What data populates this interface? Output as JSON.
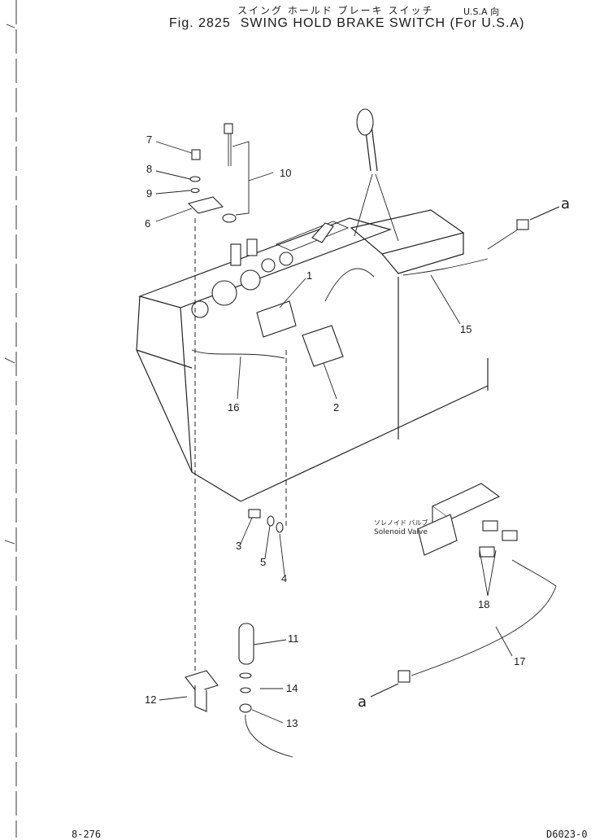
{
  "header": {
    "title_jp": "スイング ホールド ブレーキ スイッチ",
    "region_jp": "U.S.A 向",
    "fig_label": "Fig. 2825",
    "title_en": "SWING HOLD BRAKE SWITCH (For U.S.A)"
  },
  "callouts": [
    "1",
    "2",
    "3",
    "4",
    "5",
    "6",
    "7",
    "8",
    "9",
    "10",
    "11",
    "12",
    "13",
    "14",
    "15",
    "16",
    "17",
    "18"
  ],
  "solenoid_valve": {
    "label_jp": "ソレノイド バルブ",
    "label_en": "Solenoid Valve"
  },
  "connection_marker": "a",
  "footer": {
    "page_number": "8-276",
    "drawing_number": "D6023-0"
  }
}
